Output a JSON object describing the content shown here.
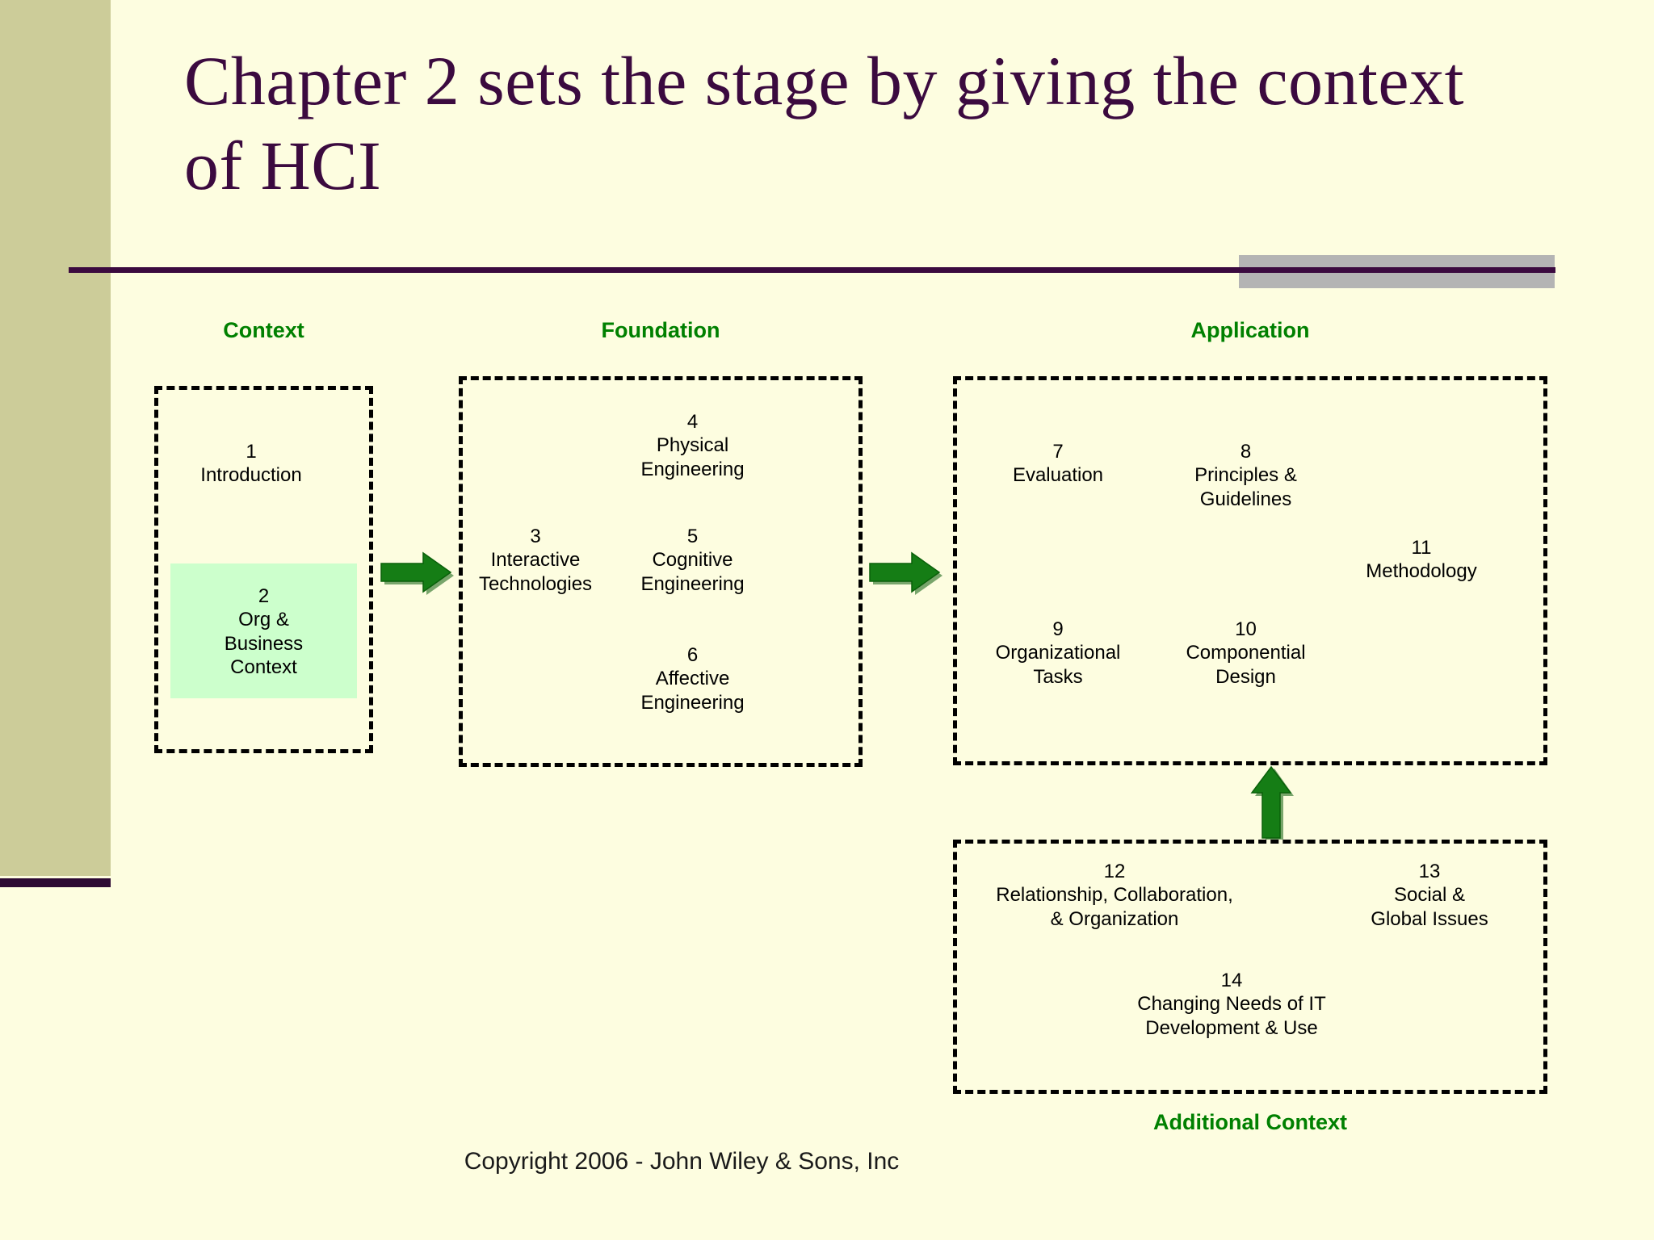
{
  "slide": {
    "title": "Chapter 2 sets the stage by giving the context of HCI",
    "copyright": "Copyright 2006 - John Wiley & Sons, Inc",
    "background_color": "#fdfde0",
    "sidebar_color": "#cccc99",
    "title_color": "#3b0a3f",
    "rule_color": "#3b0a3f",
    "accent_block_color": "#b4b4b4",
    "caption_color": "#008000",
    "highlight_color": "#ccffcc",
    "arrow_color": "#1a7a1a"
  },
  "groups": [
    {
      "id": "context",
      "caption": "Context"
    },
    {
      "id": "foundation",
      "caption": "Foundation"
    },
    {
      "id": "application",
      "caption": "Application"
    },
    {
      "id": "additional",
      "caption": "Additional Context"
    }
  ],
  "chapters": [
    {
      "num": "1",
      "lines": [
        "Introduction"
      ],
      "group": "context",
      "highlighted": false
    },
    {
      "num": "2",
      "lines": [
        "Org &",
        "Business",
        "Context"
      ],
      "group": "context",
      "highlighted": true
    },
    {
      "num": "3",
      "lines": [
        "Interactive",
        "Technologies"
      ],
      "group": "foundation",
      "highlighted": false
    },
    {
      "num": "4",
      "lines": [
        "Physical",
        "Engineering"
      ],
      "group": "foundation",
      "highlighted": false
    },
    {
      "num": "5",
      "lines": [
        "Cognitive",
        "Engineering"
      ],
      "group": "foundation",
      "highlighted": false
    },
    {
      "num": "6",
      "lines": [
        "Affective",
        "Engineering"
      ],
      "group": "foundation",
      "highlighted": false
    },
    {
      "num": "7",
      "lines": [
        "Evaluation"
      ],
      "group": "application",
      "highlighted": false
    },
    {
      "num": "8",
      "lines": [
        "Principles &",
        "Guidelines"
      ],
      "group": "application",
      "highlighted": false
    },
    {
      "num": "9",
      "lines": [
        "Organizational",
        "Tasks"
      ],
      "group": "application",
      "highlighted": false
    },
    {
      "num": "10",
      "lines": [
        "Componential",
        "Design"
      ],
      "group": "application",
      "highlighted": false
    },
    {
      "num": "11",
      "lines": [
        "Methodology"
      ],
      "group": "application",
      "highlighted": false
    },
    {
      "num": "12",
      "lines": [
        "Relationship, Collaboration,",
        "& Organization"
      ],
      "group": "additional",
      "highlighted": false
    },
    {
      "num": "13",
      "lines": [
        "Social &",
        "Global Issues"
      ],
      "group": "additional",
      "highlighted": false
    },
    {
      "num": "14",
      "lines": [
        "Changing Needs of IT",
        "Development & Use"
      ],
      "group": "additional",
      "highlighted": false
    }
  ],
  "items": {
    "i1": {
      "num": "1",
      "l1": "Introduction",
      "l2": "",
      "l3": ""
    },
    "i2": {
      "num": "2",
      "l1": "Org &",
      "l2": "Business",
      "l3": "Context"
    },
    "i3": {
      "num": "3",
      "l1": "Interactive",
      "l2": "Technologies",
      "l3": ""
    },
    "i4": {
      "num": "4",
      "l1": "Physical",
      "l2": "Engineering",
      "l3": ""
    },
    "i5": {
      "num": "5",
      "l1": "Cognitive",
      "l2": "Engineering",
      "l3": ""
    },
    "i6": {
      "num": "6",
      "l1": "Affective",
      "l2": "Engineering",
      "l3": ""
    },
    "i7": {
      "num": "7",
      "l1": "Evaluation",
      "l2": "",
      "l3": ""
    },
    "i8": {
      "num": "8",
      "l1": "Principles &",
      "l2": "Guidelines",
      "l3": ""
    },
    "i9": {
      "num": "9",
      "l1": "Organizational",
      "l2": "Tasks",
      "l3": ""
    },
    "i10": {
      "num": "10",
      "l1": "Componential",
      "l2": "Design",
      "l3": ""
    },
    "i11": {
      "num": "11",
      "l1": "Methodology",
      "l2": "",
      "l3": ""
    },
    "i12": {
      "num": "12",
      "l1": "Relationship, Collaboration,",
      "l2": "& Organization",
      "l3": ""
    },
    "i13": {
      "num": "13",
      "l1": "Social &",
      "l2": "Global Issues",
      "l3": ""
    },
    "i14": {
      "num": "14",
      "l1": "Changing Needs of IT",
      "l2": "Development & Use",
      "l3": ""
    }
  },
  "captions": {
    "context": "Context",
    "foundation": "Foundation",
    "application": "Application",
    "additional": "Additional Context"
  },
  "arrows": [
    {
      "name": "context-to-foundation",
      "direction": "right"
    },
    {
      "name": "foundation-to-application",
      "direction": "right"
    },
    {
      "name": "additional-to-application",
      "direction": "up"
    }
  ]
}
